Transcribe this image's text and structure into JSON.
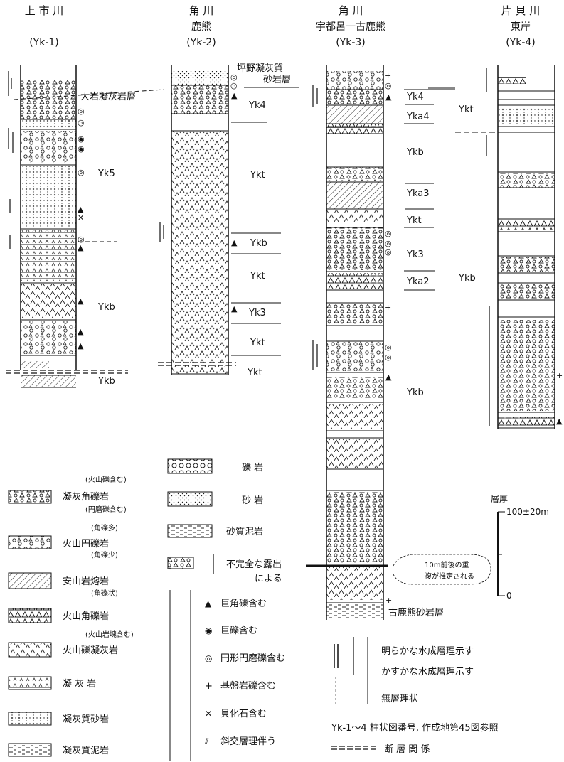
{
  "columns": [
    {
      "river": "上 市 川",
      "place": "",
      "code": "(Yk-1)"
    },
    {
      "river": "角 川",
      "place": "鹿熊",
      "code": "(Yk-2)"
    },
    {
      "river": "角 川",
      "place": "宇都呂一古鹿熊",
      "code": "(Yk-3)"
    },
    {
      "river": "片 貝 川",
      "place": "東岸",
      "code": "(Yk-4)"
    }
  ],
  "col1_labels": [
    "大岩凝灰岩層",
    "Yk5",
    "Ykb",
    "Ykb"
  ],
  "col2_labels": [
    "坪野凝灰質",
    "砂岩層",
    "Yk4",
    "Ykt",
    "Ykb",
    "Ykt",
    "Yk3",
    "Ykt",
    "Ykt"
  ],
  "col3_labels": [
    "Yk4",
    "Yka4",
    "Ykb",
    "Yka3",
    "Ykt",
    "Yk3",
    "Yka2",
    "Ykb",
    "古鹿熊砂岩層"
  ],
  "col4_labels": [
    "Ykt",
    "Ykb"
  ],
  "note_overlap": [
    "10m前後の重",
    "複が推定される"
  ],
  "scale": {
    "title": "層厚",
    "top": "100±20m",
    "bottom": "0"
  },
  "legend_lithology": [
    {
      "note_top": "(火山礫含む)",
      "label": "凝灰角礫岩",
      "note_bottom": "(円磨礫含む)"
    },
    {
      "note_top": "(角礫多)",
      "label": "火山円礫岩",
      "note_bottom": "(角礫少)"
    },
    {
      "note_top": "",
      "label": "安山岩熔岩",
      "note_bottom": "(角礫状)"
    },
    {
      "note_top": "",
      "label": "火山角礫岩",
      "note_bottom": ""
    },
    {
      "note_top": "(火山岩塊含む)",
      "label": "火山礫凝灰岩",
      "note_bottom": ""
    },
    {
      "note_top": "",
      "label": "凝 灰 岩",
      "note_bottom": ""
    },
    {
      "note_top": "",
      "label": "凝灰質砂岩",
      "note_bottom": ""
    },
    {
      "note_top": "",
      "label": "凝灰質泥岩",
      "note_bottom": ""
    }
  ],
  "legend_middle": [
    {
      "label": "礫 岩"
    },
    {
      "label": "砂 岩"
    },
    {
      "label": "砂質泥岩"
    },
    {
      "label": "不完全な露出"
    },
    {
      "label": "による"
    }
  ],
  "legend_symbols": [
    {
      "sym": "▲",
      "label": "巨角礫含む"
    },
    {
      "sym": "◉",
      "label": "巨礫含む"
    },
    {
      "sym": "◎",
      "label": "円形円磨礫含む"
    },
    {
      "sym": "+",
      "label": "基盤岩礫含む"
    },
    {
      "sym": "✕",
      "label": "貝化石含む"
    },
    {
      "sym": "⫽",
      "label": "斜交層理伴う"
    }
  ],
  "legend_bedding": [
    "明らかな水成層理示す",
    "かすかな水成層理示す",
    "無層理状"
  ],
  "footnote": "Yk-1〜4 柱状図番号, 作成地第45図参照",
  "fault": "断 層 関 係"
}
